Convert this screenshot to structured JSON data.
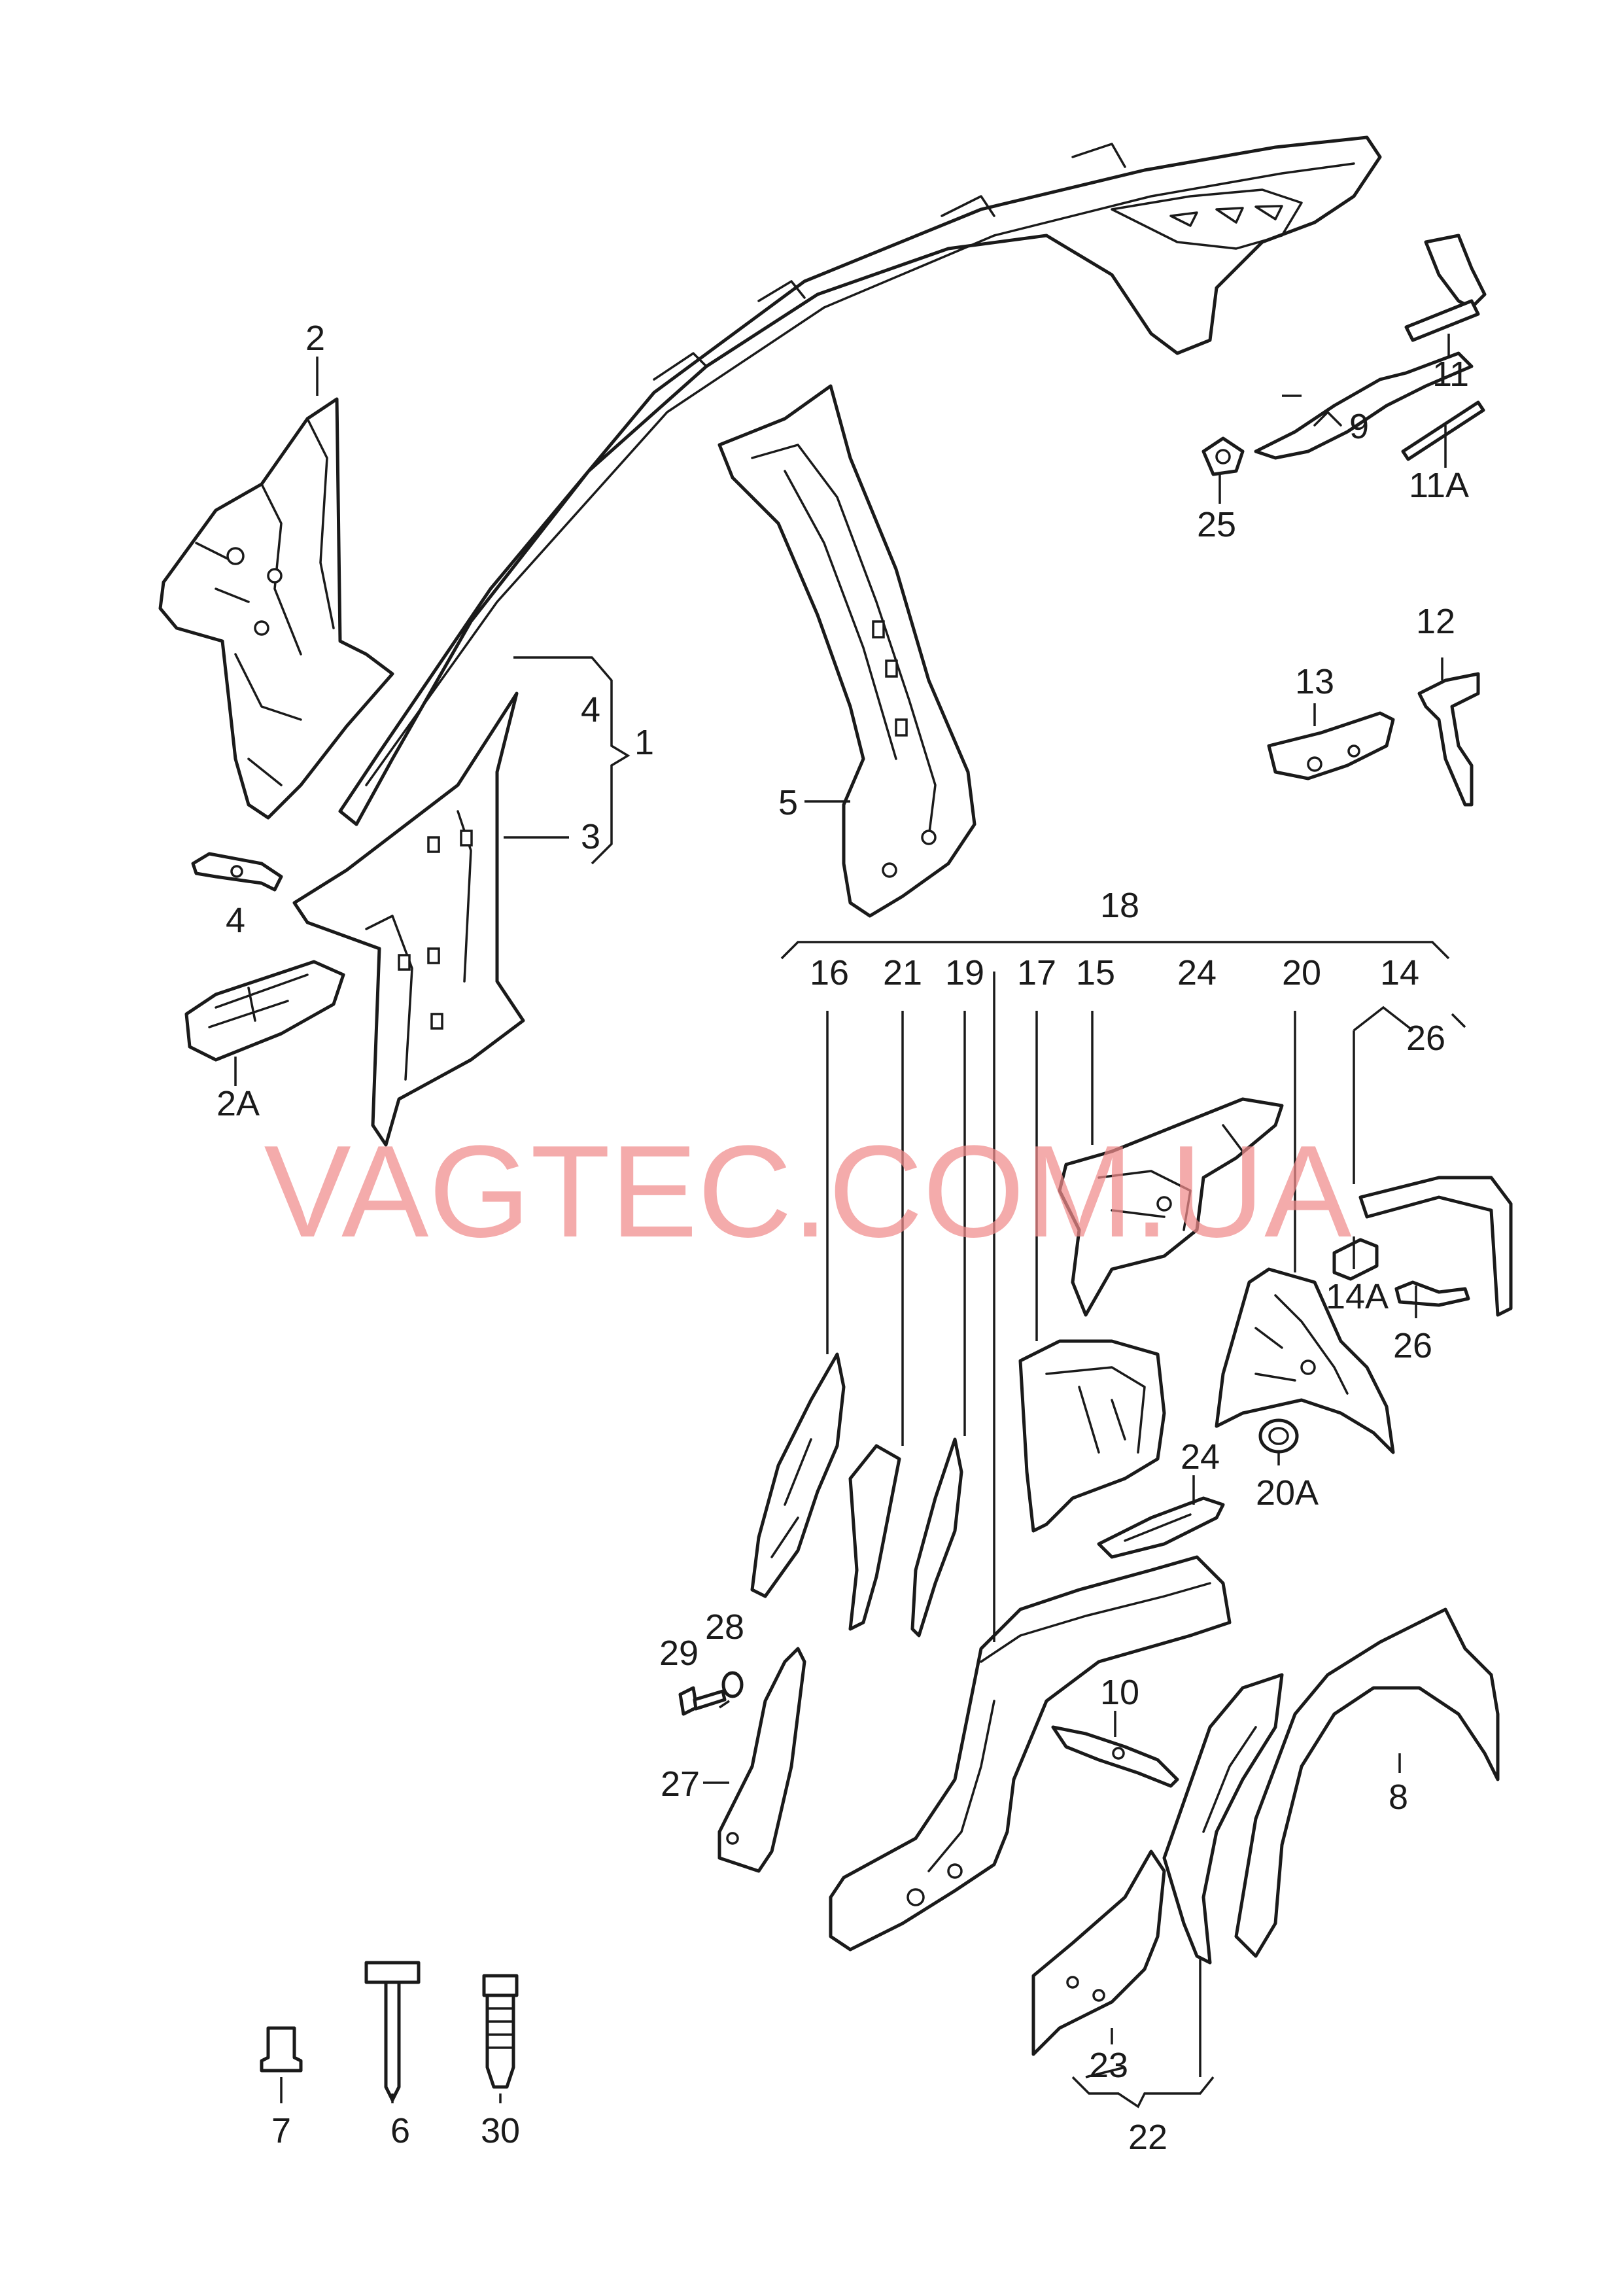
{
  "labels": {
    "l1": "1",
    "l2": "2",
    "l2a": "2A",
    "l3": "3",
    "l4a": "4",
    "l4b": "4",
    "l5": "5",
    "l6": "6",
    "l7": "7",
    "l8": "8",
    "l9": "9",
    "l10": "10",
    "l11": "11",
    "l11a": "11A",
    "l12": "12",
    "l13": "13",
    "l14": "14",
    "l14a": "14A",
    "l15": "15",
    "l16": "16",
    "l17": "17",
    "l18": "18",
    "l19": "19",
    "l20": "20",
    "l20a": "20A",
    "l21": "21",
    "l22": "22",
    "l23": "23",
    "l24a": "24",
    "l24b": "24",
    "l25": "25",
    "l26a": "26",
    "l26b": "26",
    "l27": "27",
    "l28": "28",
    "l29": "29",
    "l30": "30"
  },
  "watermark": "VAGTEC.COM.UA",
  "colors": {
    "line": "#1a1a1a",
    "watermark": "#f08a8a",
    "background": "#ffffff"
  }
}
